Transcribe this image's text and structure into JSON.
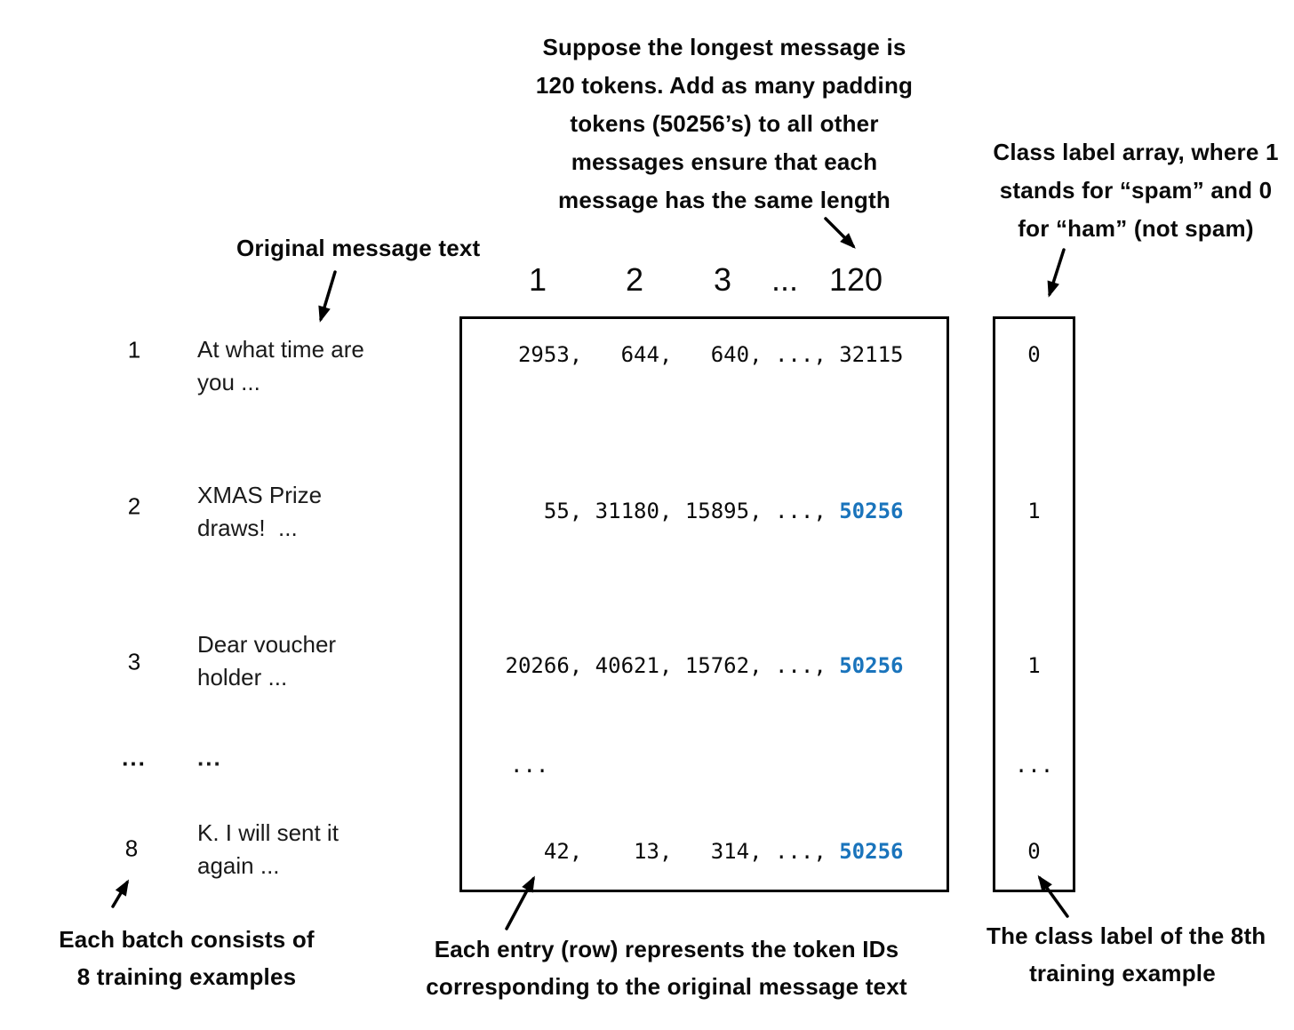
{
  "annotations": {
    "padding_note": {
      "lines": [
        "Suppose the longest message is",
        "120 tokens. Add as many padding",
        "tokens (50256’s) to all other",
        "messages ensure that each",
        "message has the same length"
      ]
    },
    "class_label_note": {
      "lines": [
        "Class label array, where 1",
        "stands for “spam” and 0",
        "for “ham” (not spam)"
      ]
    },
    "original_message_label": "Original message text",
    "batch_note": {
      "lines": [
        "Each batch consists of",
        "8 training examples"
      ]
    },
    "entry_note": {
      "lines": [
        "Each entry (row) represents the token IDs",
        "corresponding to the original message text"
      ]
    },
    "class_label_8th_note": {
      "lines": [
        "The class label of the 8th",
        "training example"
      ]
    }
  },
  "token_matrix": {
    "column_headers": [
      "1",
      "2",
      "3",
      "...",
      "120"
    ],
    "rows": [
      {
        "index": "1",
        "message": [
          "At what time are",
          "you ..."
        ],
        "tokens_prefix": " 2953,   644,   640, ..., ",
        "last_token": "32115",
        "last_is_padding": false
      },
      {
        "index": "2",
        "message": [
          "XMAS Prize",
          "draws!  ..."
        ],
        "tokens_prefix": "   55, 31180, 15895, ..., ",
        "last_token": "50256",
        "last_is_padding": true
      },
      {
        "index": "3",
        "message": [
          "Dear voucher",
          "holder ..."
        ],
        "tokens_prefix": "20266, 40621, 15762, ..., ",
        "last_token": "50256",
        "last_is_padding": true
      },
      {
        "index": "...",
        "message": [
          "..."
        ],
        "ellipsis": "..."
      },
      {
        "index": "8",
        "message": [
          "K. I will sent it",
          "again ..."
        ],
        "tokens_prefix": "   42,    13,   314, ..., ",
        "last_token": "50256",
        "last_is_padding": true
      }
    ]
  },
  "class_label_column": {
    "values": [
      "0",
      "1",
      "1",
      "...",
      "0"
    ]
  },
  "colors": {
    "padding_token": "#1a74bc",
    "ink": "#000000"
  }
}
